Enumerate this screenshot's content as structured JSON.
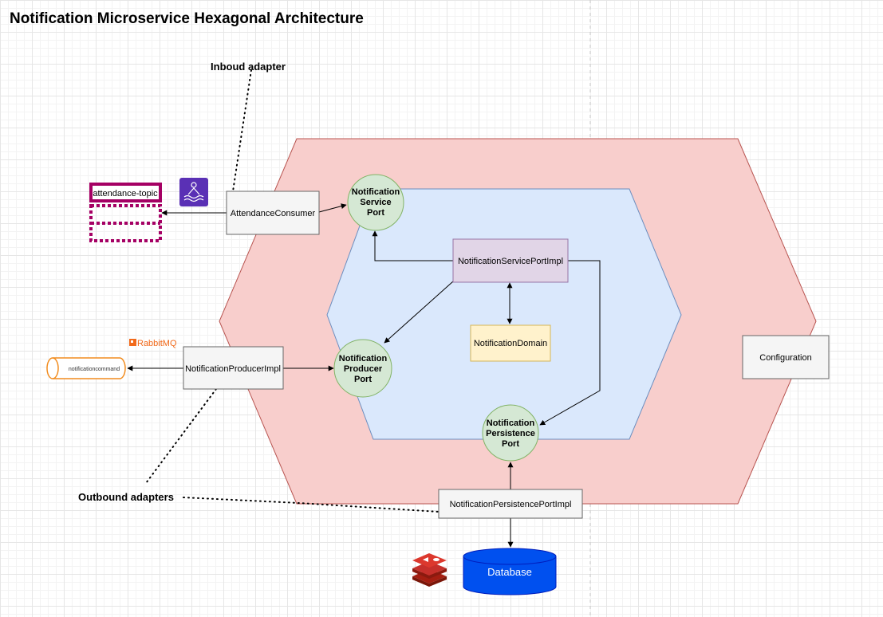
{
  "title": "Notification Microservice Hexagonal Architecture",
  "annotations": {
    "inbound": "Inboud adapter",
    "outbound": "Outbound adapters"
  },
  "ports": {
    "service": [
      "Notification",
      "Service",
      "Port"
    ],
    "producer": [
      "Notification",
      "Producer",
      "Port"
    ],
    "persistence": [
      "Notification",
      "Persistence",
      "Port"
    ]
  },
  "components": {
    "service_impl": "NotificationServicePortImpl",
    "domain": "NotificationDomain",
    "configuration": "Configuration",
    "attendance_consumer": "AttendanceConsumer",
    "producer_impl": "NotificationProducerImpl",
    "persistence_impl": "NotificationPersistencePortImpl"
  },
  "external": {
    "topic": "attendance-topic",
    "queue": "notificationcommand",
    "rabbit_logo": "RabbitMQ",
    "database": "Database"
  },
  "colors": {
    "outer_hexagon": "#f8cecc",
    "outer_hexagon_border": "#b85450",
    "inner_hexagon": "#dae8fc",
    "inner_hexagon_border": "#6c8ebf",
    "port_fill": "#d5e8d4",
    "port_border": "#82b366",
    "service_impl_fill": "#e1d5e7",
    "service_impl_border": "#9673a6",
    "domain_fill": "#fff2cc",
    "domain_border": "#d6b656",
    "adapter_fill": "#f5f5f5",
    "adapter_border": "#666666",
    "kafka_topic": "#a50064",
    "queue_border": "#f28c1e",
    "database_fill": "#0050ef",
    "redis": "#c6302b",
    "kafka_icon": "#5a30b5"
  },
  "icons": {
    "kafka": "kafka-streams-icon",
    "redis": "redis-icon",
    "rabbitmq": "rabbitmq-logo"
  }
}
